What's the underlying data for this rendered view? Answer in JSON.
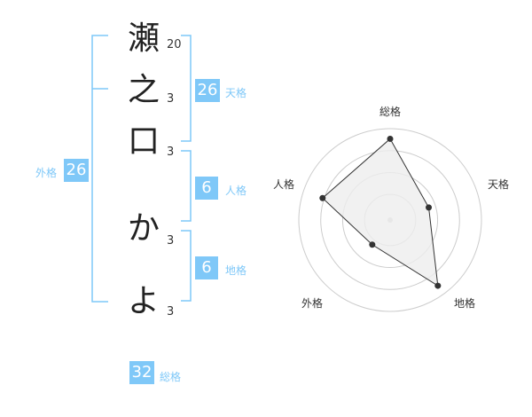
{
  "name": {
    "chars": [
      {
        "char": "瀬",
        "strokes": "20"
      },
      {
        "char": "之",
        "strokes": "3"
      },
      {
        "char": "口",
        "strokes": "3"
      },
      {
        "char": "か",
        "strokes": "3"
      },
      {
        "char": "よ",
        "strokes": "3"
      }
    ]
  },
  "fortunes": {
    "tenkaku": {
      "value": "26",
      "label": "天格"
    },
    "jinkaku": {
      "value": "6",
      "label": "人格"
    },
    "chikaku": {
      "value": "6",
      "label": "地格"
    },
    "gaikaku": {
      "value": "26",
      "label": "外格"
    },
    "soukaku": {
      "value": "32",
      "label": "総格"
    }
  },
  "colors": {
    "accent": "#7fc8f8",
    "bracket": "#7fc8f8",
    "radar_fill": "#eeeeee",
    "ring": "#cccccc"
  },
  "chart_data": {
    "type": "radar",
    "axes": [
      "総格",
      "天格",
      "地格",
      "外格",
      "人格"
    ],
    "values": [
      4,
      2,
      4,
      1.5,
      3.5
    ],
    "max": 4.5,
    "grid": true
  }
}
